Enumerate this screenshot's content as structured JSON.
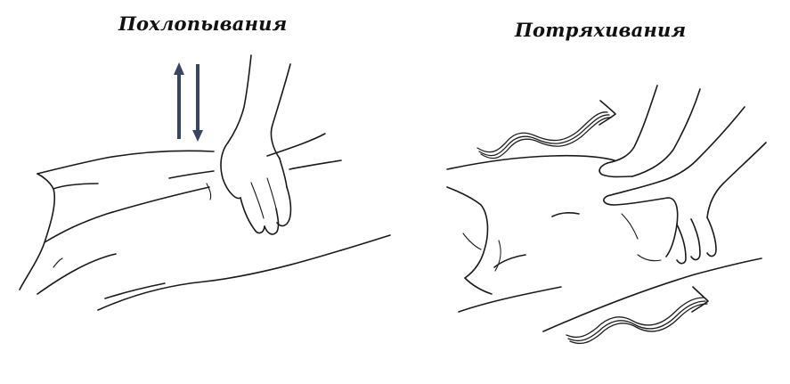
{
  "panels": {
    "left": {
      "title": "Похлопывания",
      "technique": "tapping",
      "arrow_icon": "up-down-arrows-icon"
    },
    "right": {
      "title": "Потряхивания",
      "technique": "shaking",
      "arrow_icon": "wavy-arrow-icon"
    }
  },
  "colors": {
    "background": "#ffffff",
    "line": "#1a1a1a",
    "arrow_accent": "#3a4660"
  }
}
